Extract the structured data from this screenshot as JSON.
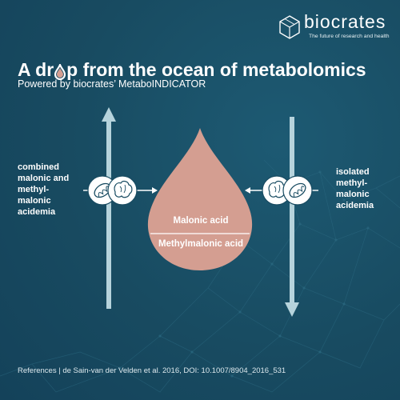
{
  "brand": {
    "name": "biocrates",
    "tagline": "The future of research and health"
  },
  "headline": {
    "title_before": "A dr",
    "title_after": "p from the ocean of metabolomics",
    "subtitle": "Powered by biocrates’ MetaboINDICATOR"
  },
  "left_side": {
    "label": "combined malonic and methyl-malonic acidemia",
    "icons": [
      "mitochondrion-icon",
      "brain-icon"
    ]
  },
  "right_side": {
    "label": "isolated methyl-malonic acidemia",
    "icons": [
      "brain-icon",
      "mitochondrion-icon"
    ]
  },
  "drop": {
    "top_label": "Malonic acid",
    "bottom_label": "Methylmalonic acid",
    "color": "#d49e91"
  },
  "colors": {
    "background": "#184b61",
    "arrow": "#b6d3dc",
    "text": "#ffffff"
  },
  "references": "References | de Sain-van der Velden et al. 2016, DOI: 10.1007/8904_2016_531"
}
